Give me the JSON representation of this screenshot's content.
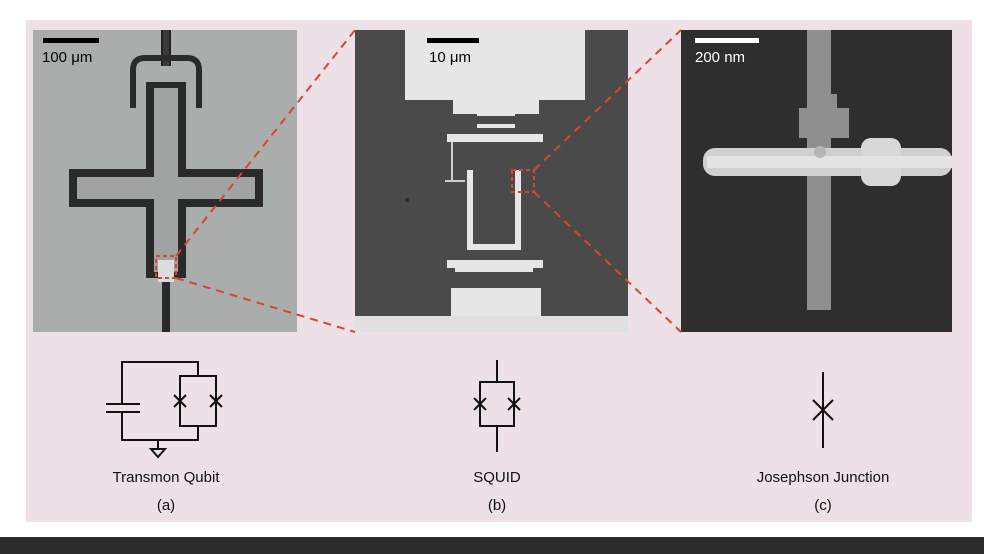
{
  "panels": [
    {
      "id": "a",
      "scale_label": "100 μm",
      "caption": "Transmon Qubit",
      "letter": "(a)"
    },
    {
      "id": "b",
      "scale_label": "10 μm",
      "caption": "SQUID",
      "letter": "(b)"
    },
    {
      "id": "c",
      "scale_label": "200 nm",
      "caption": "Josephson Junction",
      "letter": "(c)"
    }
  ],
  "colors": {
    "background": "#ede0e6",
    "zoom_lines": "#d9452f",
    "schematic": "#111111",
    "micrograph_a": "#a9adab",
    "micrograph_b": "#4a4a4a",
    "micrograph_c": "#2e2e2e"
  }
}
